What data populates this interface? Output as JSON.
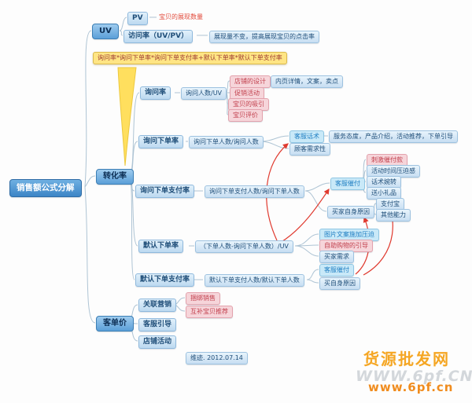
{
  "root": {
    "label": "销售额公式分解"
  },
  "uv": {
    "label": "UV",
    "pv": {
      "label": "PV",
      "note": "宝贝的展现数量"
    },
    "visit_rate": {
      "label": "访问率（UV/PV）",
      "note": "展现量不变，提高展现宝贝的点击率"
    }
  },
  "conversion": {
    "label": "转化率",
    "formula_note": "询问率*询问下单率*询问下单支付率+默认下单率*默认下单支付率",
    "inquiry_rate": {
      "label": "询问率",
      "formula": "询问人数/UV",
      "shop_design": "店铺的设计",
      "shop_design_detail": "内页详情，文案，卖点",
      "promotion": "促销活动",
      "baby_attraction": "宝贝的吸引",
      "baby_review": "宝贝评价"
    },
    "inquiry_order_rate": {
      "label": "询问下单率",
      "formula": "询问下单人数/询问人数",
      "service_script": "客服话术",
      "service_script_detail": "服务态度，产品介绍，活动推荐，下单引导",
      "customer_need": "顾客需求性"
    },
    "inquiry_pay_rate": {
      "label": "询问下单支付率",
      "formula": "询问下单支付人数/询问下单人数",
      "urge_pay": "客服催付",
      "urge_items": {
        "stimulate": "刺激催付款",
        "time_pressure": "活动时间压迫感",
        "tactful": "话术婉转",
        "gift": "送小礼品"
      },
      "buyer_reason": "买家自身原因",
      "buyer_items": {
        "alipay": "支付宝",
        "ability": "其他能力"
      }
    },
    "default_order_rate": {
      "label": "默认下单率",
      "formula": "（下单人数-询问下单人数）/UV",
      "pic_pressure": "图片文案施加压迫",
      "self_guide": "自助购物的引导",
      "buyer_need": "买家需求"
    },
    "default_pay_rate": {
      "label": "默认下单支付率",
      "formula": "默认下单支付人数/默认下单人数",
      "urge_pay": "客服催付",
      "buyer_reason": "买自身原因"
    }
  },
  "price": {
    "label": "客单价",
    "related_marketing": "关联营销",
    "bundle": "捆绑销售",
    "complement": "互补宝贝推荐",
    "service_guide": "客服引导",
    "shop_activity": "店铺活动"
  },
  "footer": {
    "label": "维迹. 2012.07.14"
  },
  "watermark": {
    "line1": "货源批发网",
    "line2": "WWW.6pf.CN",
    "line3": "www.6pf.cn"
  },
  "colors": {
    "branch_blue": "#5b9fd8",
    "sub_blue": "#c7def2",
    "pink": "#f6d5da",
    "cyan": "#c9e9f8",
    "red_accent": "#e03a2f",
    "yellow_note": "#ffe584",
    "watermark_orange": "#f5a623"
  }
}
